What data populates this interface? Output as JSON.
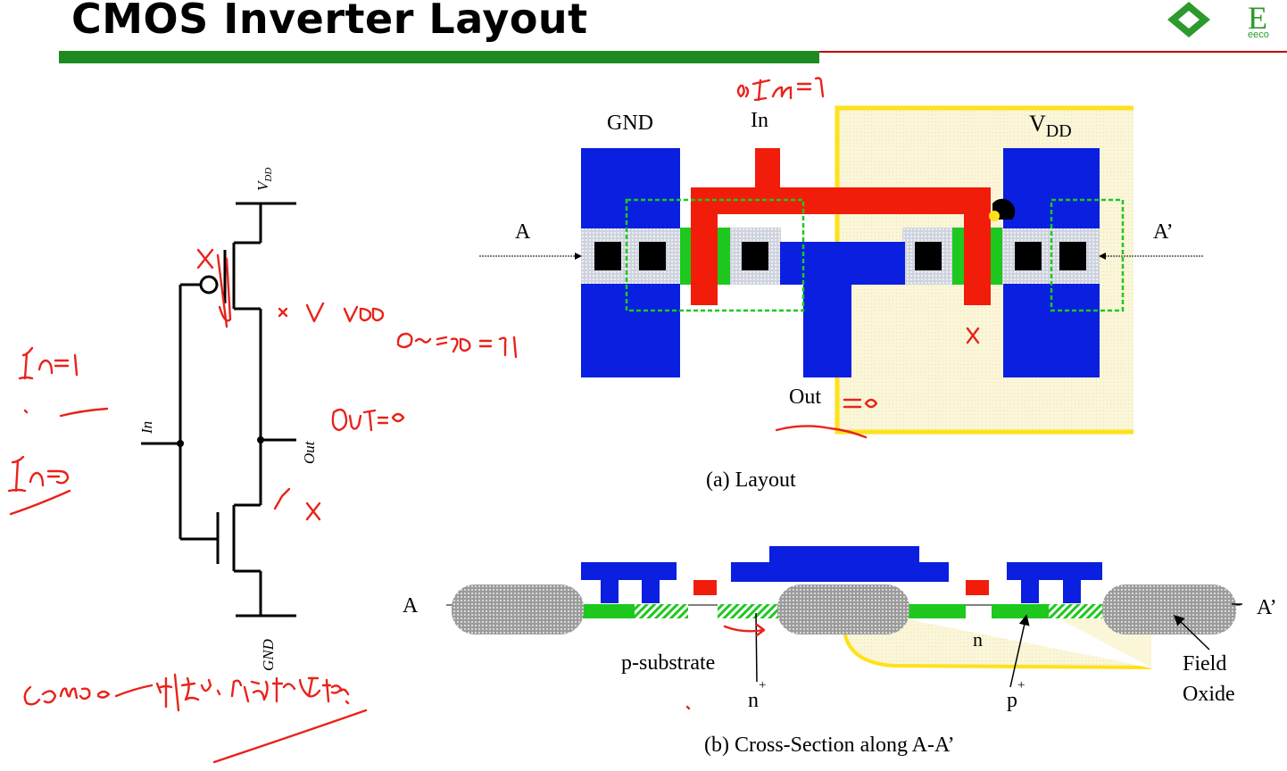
{
  "title": "CMOS Inverter Layout",
  "logo": {
    "text": "E",
    "sub": "eeco"
  },
  "schematic": {
    "vdd": "V",
    "vdd_sub": "DD",
    "in": "In",
    "out": "Out",
    "gnd": "GND"
  },
  "layout": {
    "gnd": "GND",
    "in": "In",
    "vdd": "V",
    "vdd_sub": "DD",
    "a": "A",
    "a_prime": "A’",
    "out": "Out",
    "caption": "(a) Layout"
  },
  "cross_section": {
    "a": "A",
    "a_prime": "A’",
    "p_substrate": "p-substrate",
    "n": "n",
    "n_plus": "n",
    "p_plus": "p",
    "plus": "+",
    "field": "Field",
    "oxide": "Oxide",
    "caption": "(b) Cross-Section along A-A’"
  },
  "colors": {
    "metal": "#0a1fe0",
    "poly": "#f21c0b",
    "diffusion": "#1ec81e",
    "nwell": "#ffe11a",
    "title_rule": "#1f8b1f",
    "annotation": "#e8231b"
  }
}
